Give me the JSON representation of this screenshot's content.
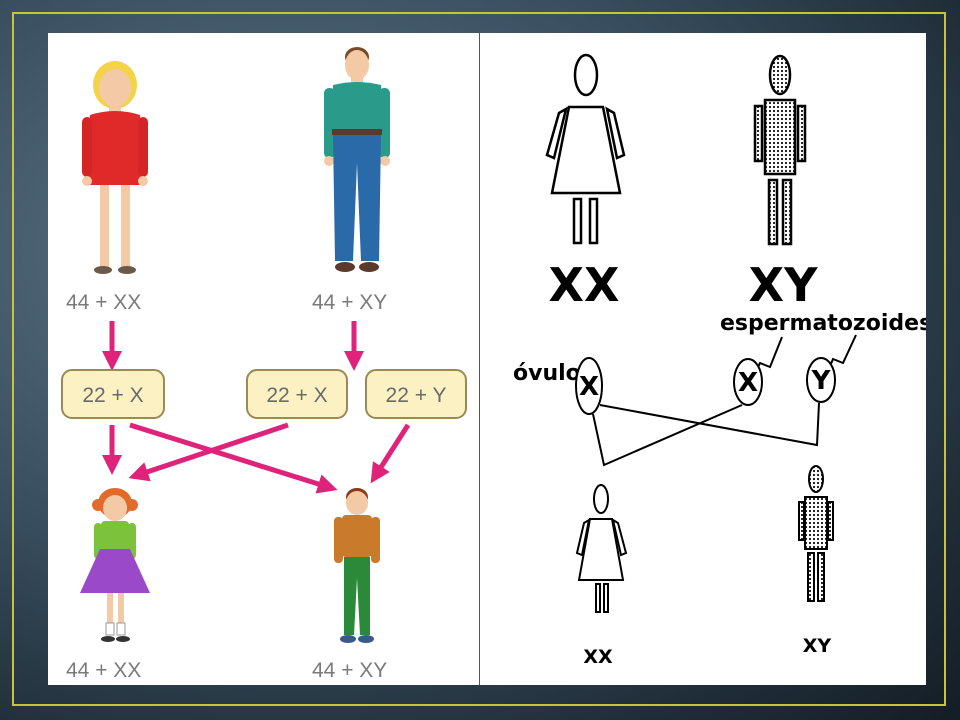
{
  "left": {
    "mother_label": "44 + XX",
    "father_label": "44 + XY",
    "gamete_mother": "22 + X",
    "gamete_father_x": "22 + X",
    "gamete_father_y": "22 + Y",
    "daughter_label": "44 + XX",
    "son_label": "44 + XY",
    "colors": {
      "arrow": "#e0237a",
      "box_fill": "#fbf1c2",
      "box_border": "#9a8a55"
    }
  },
  "right": {
    "female_label": "XX",
    "male_label": "XY",
    "sperm_caption": "espermatozoides",
    "egg_caption": "óvulo",
    "egg_chrom": "X",
    "sperm_x": "X",
    "sperm_y": "Y",
    "daughter_label": "XX",
    "son_label": "XY"
  }
}
